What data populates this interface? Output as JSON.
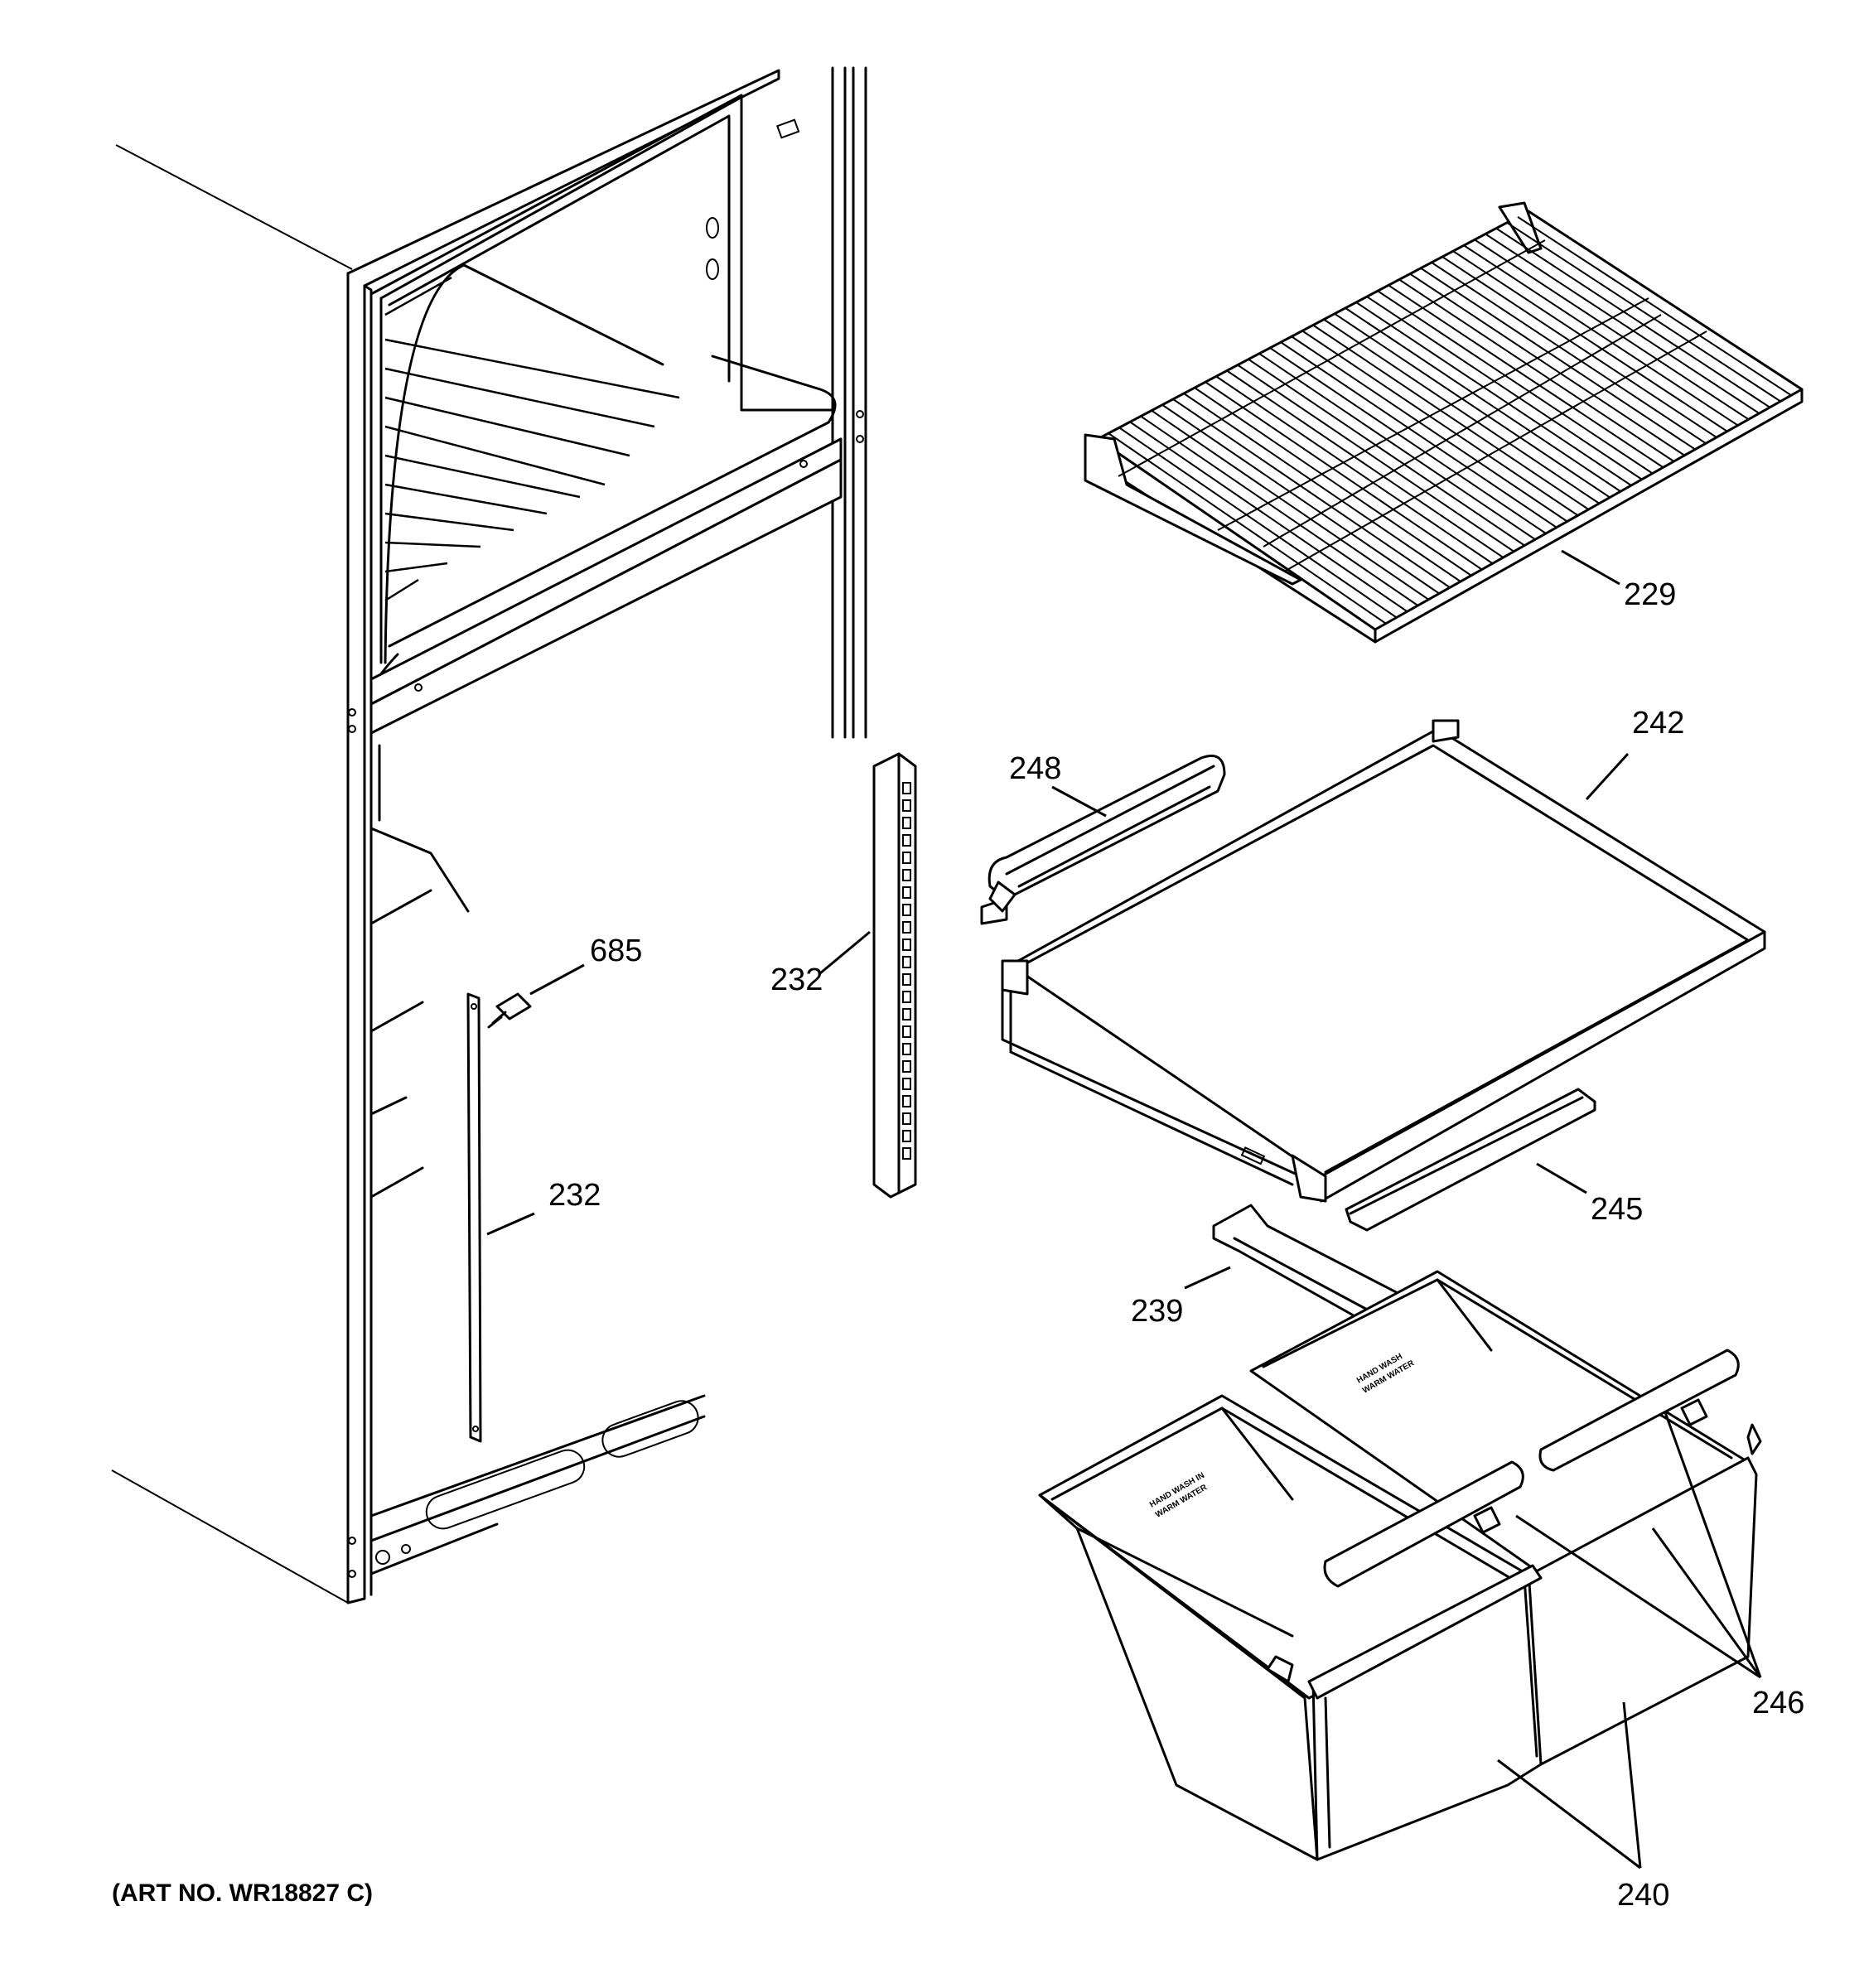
{
  "callouts": {
    "c229": "229",
    "c242": "242",
    "c248": "248",
    "c685": "685",
    "c232_upper": "232",
    "c232_lower": "232",
    "c245": "245",
    "c239": "239",
    "c246": "246",
    "c240": "240"
  },
  "bin_labels": {
    "left_line1": "HAND WASH IN",
    "left_line2": "WARM WATER",
    "right_line1": "HAND WASH",
    "right_line2": "WARM WATER"
  },
  "art_number": "(ART NO. WR18827 C)"
}
